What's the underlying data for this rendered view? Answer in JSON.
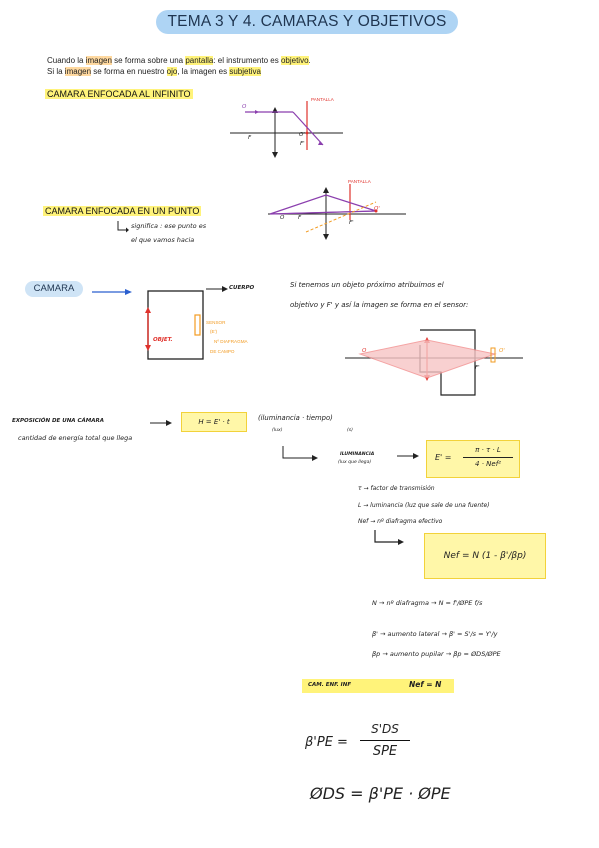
{
  "title": "TEMA 3 Y 4. CAMARAS Y OBJETIVOS",
  "intro": {
    "line1": {
      "p1": "Cuando la ",
      "w1": "imagen",
      "p2": " se forma sobre una ",
      "w2": "pantalla",
      "p3": ": el instrumento es ",
      "w3": "objetivo",
      "p4": "."
    },
    "line2": {
      "p1": "Si la ",
      "w1": "imagen",
      "p2": " se forma en nuestro ",
      "w2": "ojo",
      "p3": ", la imagen es ",
      "w3": "subjetiva"
    }
  },
  "section_infinito": {
    "heading": "CAMARA ENFOCADA AL INFINITO",
    "labels": {
      "o": "O",
      "f": "F",
      "fprime": "F'",
      "pantalla": "PANTALLA",
      "o_prime": "O'"
    }
  },
  "section_punto": {
    "heading": "CAMARA ENFOCADA EN UN PUNTO",
    "note_line1": "significa : ese punto es",
    "note_line2": "el que vamos hacia",
    "labels": {
      "o": "O",
      "f": "F",
      "fprime": "F'",
      "o_prime": "O'",
      "pantalla": "PANTALLA"
    }
  },
  "section_camara": {
    "pill": "CAMARA",
    "cuerpo": "CUERPO",
    "objetivo": "OBJET.",
    "sensor_line1": "SENSOR",
    "sensor_line2": "(E')",
    "diafragma_line1": "Nº DIAFRAGMA",
    "diafragma_line2": "DE CAMPO",
    "desc_line1": "Si tenemos un objeto próximo atribuimos el",
    "desc_line2": "objetivo y F' y así la imagen se forma en el sensor:",
    "diagram_labels": {
      "o": "O",
      "o_prime": "O'",
      "fprime": "F'"
    }
  },
  "exposicion": {
    "label": "EXPOSICIÓN DE UNA CÁMARA",
    "formula": "H = E' · t",
    "paren_line1": "(iluminancia · tiempo)",
    "unit_lux": "(lux)",
    "unit_s": "(s)",
    "sub": "cantidad de energía total que llega",
    "iluminancia_label": "ILUMINANCIA",
    "iluminancia_sub": "(lux que llega)",
    "e_formula_num": "π · τ · L",
    "e_formula_den": "4 · Nef²",
    "e_formula_lhs": "E' =",
    "defs": [
      "τ → factor de transmisión",
      "L → luminancia (luz que sale de una fuente)",
      "Nef → nº diafragma efectivo"
    ],
    "nef_formula": "Nef = N (1 - β'/βp)",
    "n_line": "N → nº diafragma → N = f'/ØPE  f/s",
    "beta_line": "β' → aumento lateral → β' = S'/s = Y'/y",
    "betap_line": "βp → aumento pupilar → βp = ØDS/ØPE",
    "cam_inf": "CAM. ENF. INF",
    "cam_inf_val": "Nef = N",
    "beta_pe_lhs": "β'PE =",
    "beta_pe_num": "S'DS",
    "beta_pe_den": "SPE",
    "phi_line": "ØDS = β'PE · ØPE"
  },
  "colors": {
    "accent_blue": "#aed4f4",
    "highlight_yellow": "#fff37a",
    "ray_purple": "#8b3fae",
    "ray_pink": "#f28d8d",
    "red": "#e0322c",
    "orange": "#f29b22",
    "arrow_blue": "#2b5fcf"
  }
}
